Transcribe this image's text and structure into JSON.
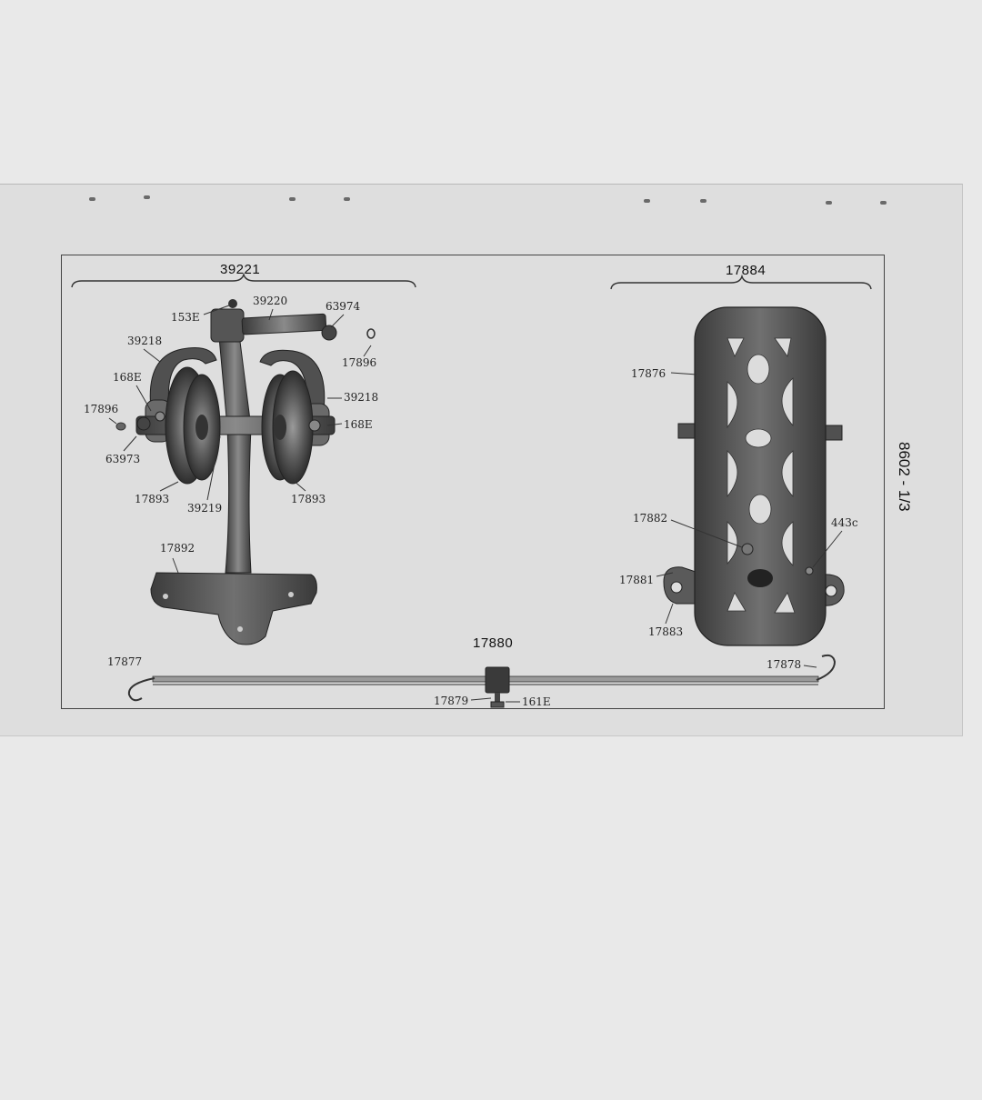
{
  "plate_code": "8602 - 1/3",
  "groups": {
    "left": "39221",
    "right": "17884",
    "bottom": "17880"
  },
  "labels": {
    "l_153e": "153E",
    "l_39220": "39220",
    "l_63974": "63974",
    "l_17896_a": "17896",
    "l_39218_a": "39218",
    "l_168e_a": "168E",
    "l_17896_b": "17896",
    "l_63973": "63973",
    "l_39218_b": "39218",
    "l_168e_b": "168E",
    "l_17893_a": "17893",
    "l_39219": "39219",
    "l_17893_b": "17893",
    "l_17892": "17892",
    "l_17876": "17876",
    "l_17882": "17882",
    "l_443c": "443c",
    "l_17881": "17881",
    "l_17883": "17883",
    "l_17877": "17877",
    "l_17878": "17878",
    "l_17879": "17879",
    "l_161e": "161E"
  },
  "colors": {
    "paper": "#dedede",
    "background": "#e9e9e9",
    "ink": "#222222",
    "metal": "#5a5a5a"
  }
}
